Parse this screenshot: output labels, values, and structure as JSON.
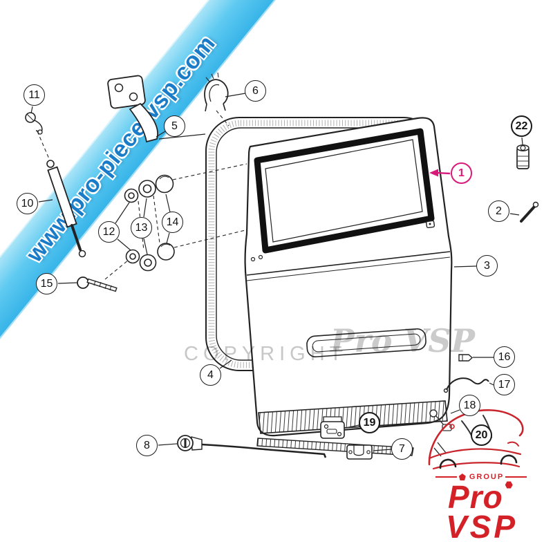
{
  "banner": {
    "url": "www.pro-piece-vsp.com"
  },
  "watermark": {
    "word": "COPYRIGHT",
    "brand": "Pro VSP"
  },
  "logo": {
    "pro": "Pro",
    "vsp": "VSP",
    "group": "GROUP"
  },
  "colors": {
    "banner_blue": "#35b3e8",
    "banner_url_blue": "#1a7cc8",
    "highlight_pink": "#d81b7a",
    "logo_red": "#d42027",
    "watermark_gray": "#c7c7c7",
    "line_black": "#222222"
  },
  "callouts": {
    "c1": "1",
    "c2": "2",
    "c3": "3",
    "c4": "4",
    "c5": "5",
    "c6": "6",
    "c7": "7",
    "c8": "8",
    "c10": "10",
    "c11": "11",
    "c12": "12",
    "c13": "13",
    "c14": "14",
    "c15": "15",
    "c16": "16",
    "c17": "17",
    "c18": "18",
    "c19": "19",
    "c20": "20",
    "c22": "22"
  }
}
